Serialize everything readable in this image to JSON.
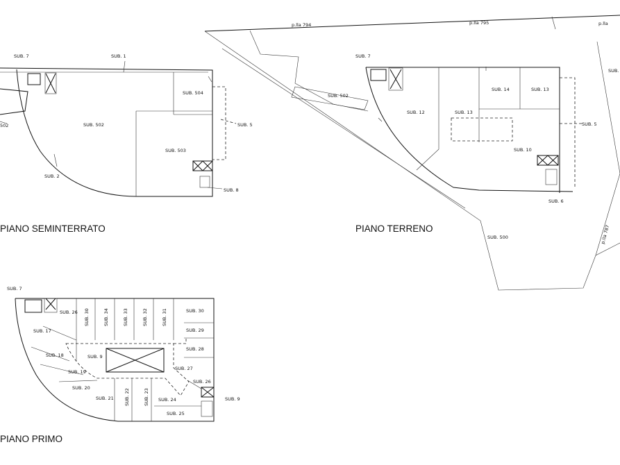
{
  "floors": {
    "seminterrato": "PIANO SEMINTERRATO",
    "terreno": "PIANO TERRENO",
    "primo": "PIANO PRIMO"
  },
  "seminterrato": {
    "sub7": "SUB. 7",
    "sub1": "SUB. 1",
    "sub504": "SUB. 504",
    "sub502_left": "502",
    "sub502": "SUB. 502",
    "sub5": "SUB. 5",
    "sub503": "SUB. 503",
    "sub2": "SUB. 2",
    "sub8": "SUB. 8"
  },
  "terreno": {
    "p794": "p.lla 794",
    "p795": "p.lla 795",
    "p_right": "p.lla",
    "sub7": "SUB. 7",
    "sub502": "SUB. 502",
    "sub14": "SUB. 14",
    "sub13b": "SUB. 13",
    "sub12": "SUB. 12",
    "sub13": "SUB. 13",
    "sub5": "SUB. 5",
    "sub10": "SUB. 10",
    "sub6": "SUB. 6",
    "sub500": "SUB. 500",
    "p787": "p.lla 787",
    "sub_edge": "SUB."
  },
  "primo": {
    "sub7": "SUB. 7",
    "sub26": "SUB. 26",
    "c30": "SUB. 30",
    "c34": "SUB. 34",
    "c33": "SUB. 33",
    "c32": "SUB. 32",
    "c31": "SUB. 31",
    "sub30": "SUB. 30",
    "sub17": "SUB. 17",
    "sub29": "SUB. 29",
    "sub28": "SUB. 28",
    "sub18": "SUB. 18",
    "sub9": "SUB. 9",
    "sub19": "SUB. 19",
    "sub27": "SUB. 27",
    "sub26b": "SUB. 26",
    "sub20": "SUB. 20",
    "c21": "SUB. 21",
    "c22": "SUB. 22",
    "c23": "SUB. 23",
    "sub24": "SUB. 24",
    "sub9r": "SUB. 9",
    "sub25": "SUB. 25"
  }
}
